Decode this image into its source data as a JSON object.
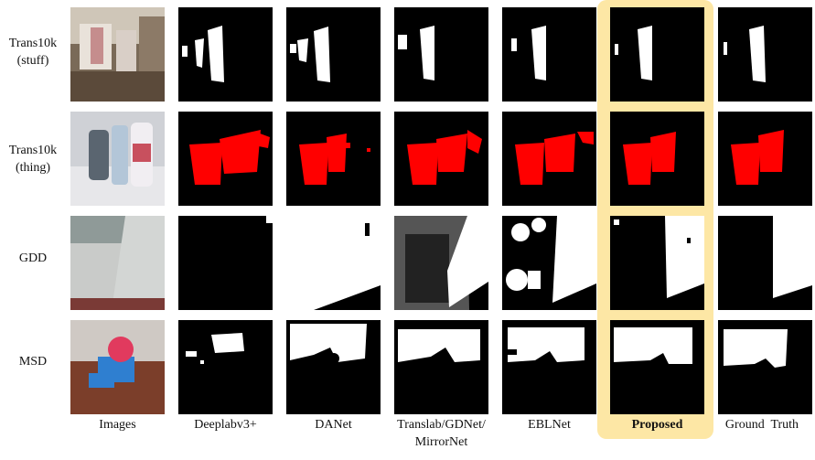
{
  "rows": [
    {
      "label": "Trans10k\n(stuff)"
    },
    {
      "label": "Trans10k\n(thing)"
    },
    {
      "label": "GDD"
    },
    {
      "label": "MSD"
    }
  ],
  "columns": [
    {
      "label": "Images"
    },
    {
      "label": "Deeplabv3+"
    },
    {
      "label": "DANet"
    },
    {
      "label": "Translab/GDNet/\nMirrorNet"
    },
    {
      "label": "EBLNet"
    },
    {
      "label": "Proposed"
    },
    {
      "label": "Ground  Truth"
    }
  ],
  "highlighted_column": "Proposed",
  "colors": {
    "mask_white": "#ffffff",
    "mask_red": "#ff0000",
    "background": "#000000",
    "highlight": "#fde7a5"
  }
}
